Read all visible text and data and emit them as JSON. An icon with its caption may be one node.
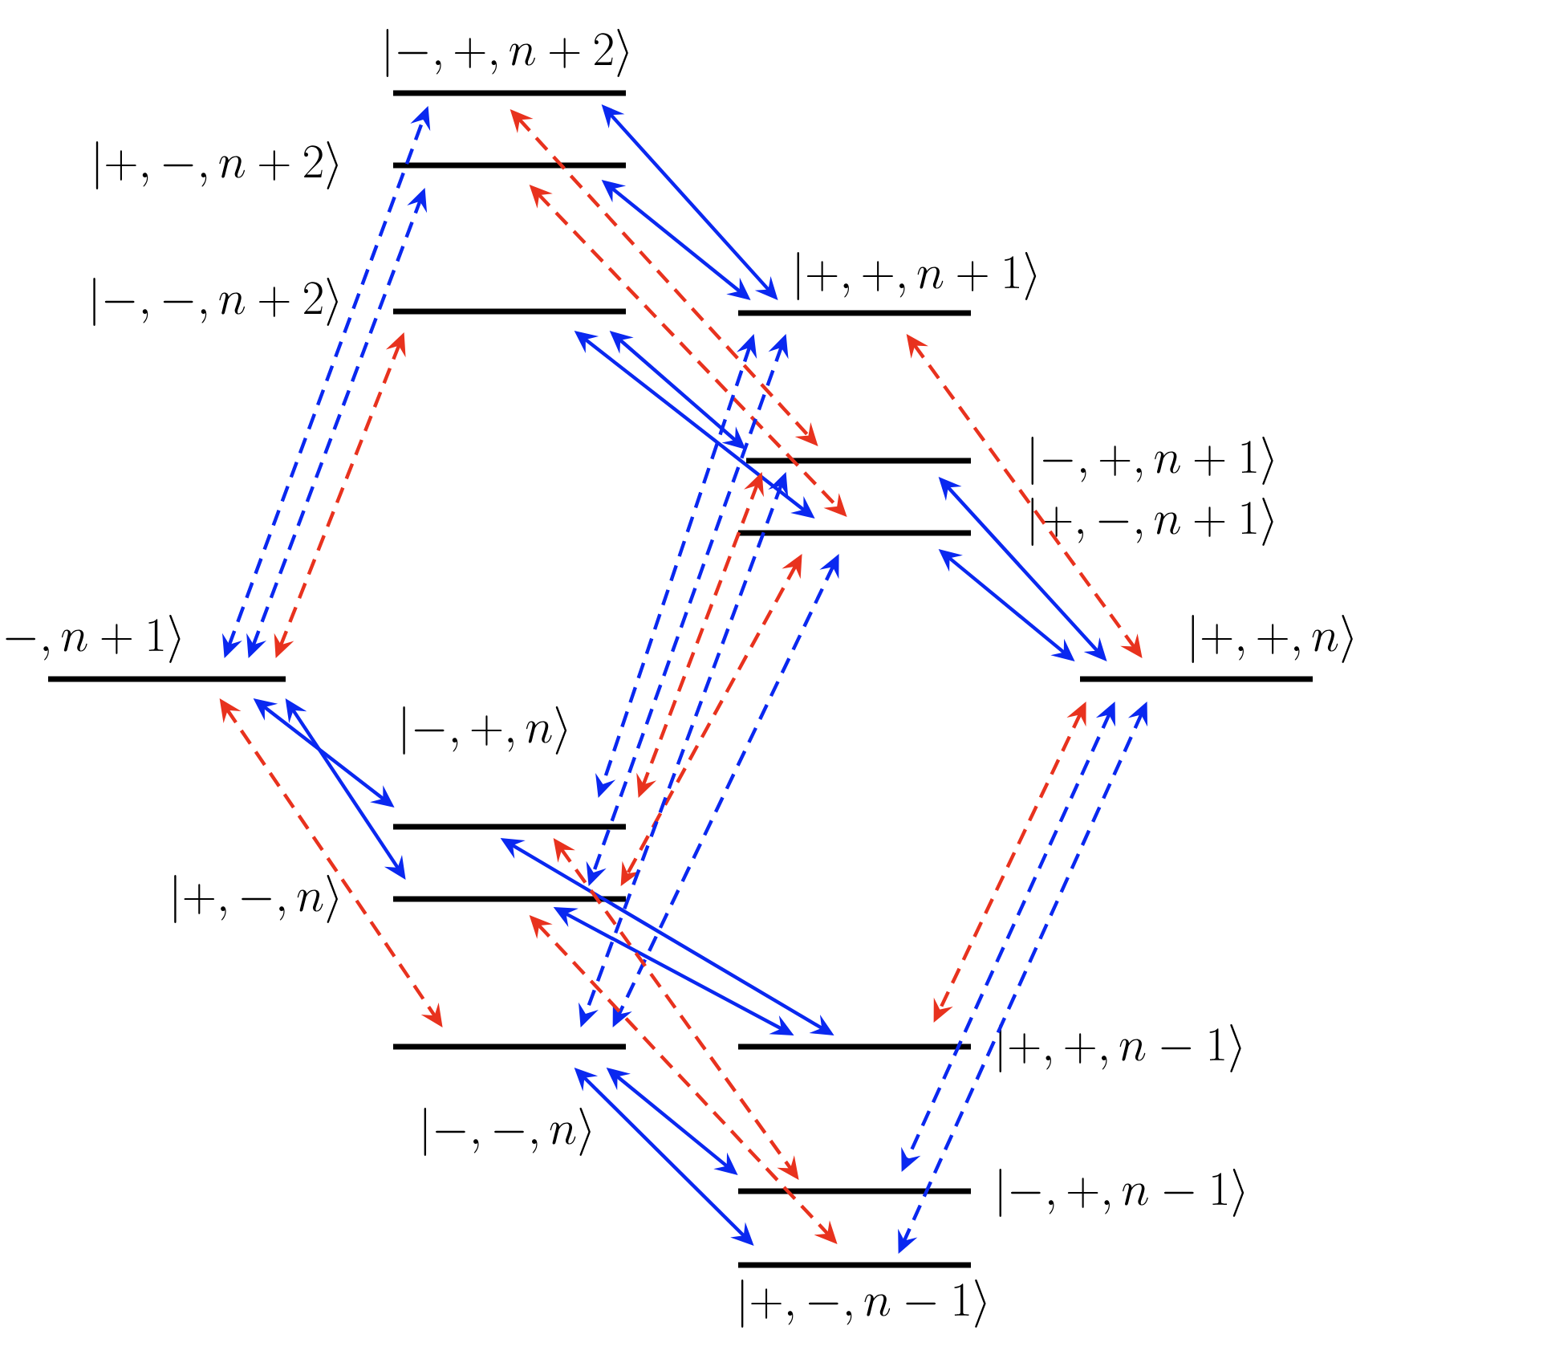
{
  "diagram": {
    "nodes": [
      {
        "text": [
          "|-,+,n+2\\rangle"
        ]
      },
      {
        "text": [
          "|+,-,n+2\\rangle"
        ]
      },
      {
        "text": [
          "|-,-,n+2\\rangle"
        ]
      },
      {
        "text": [
          "|+,+,n+1\\rangle"
        ]
      },
      {
        "text": [
          "|-,+,n+1\\rangle"
        ]
      },
      {
        "text": [
          "|+,-,n+1\\rangle"
        ]
      },
      {
        "text": [
          "-,n+1\\rangle"
        ]
      },
      {
        "text": [
          "|+,+,n\\rangle"
        ]
      },
      {
        "text": [
          "|-,+,n\\rangle"
        ]
      },
      {
        "text": [
          "|+,-,n\\rangle"
        ]
      },
      {
        "text": [
          "|-,-,n\\rangle"
        ]
      },
      {
        "text": [
          "|+,+,n-1\\rangle"
        ]
      },
      {
        "text": [
          "|-,+,n-1\\rangle"
        ]
      },
      {
        "text": [
          "|+,-,n-1\\rangle"
        ]
      }
    ],
    "edges": [
      {
        "from": 6,
        "to": 0,
        "arrow": "both",
        "style": "dashed"
      },
      {
        "from": 6,
        "to": 1,
        "arrow": "both",
        "style": "dashed"
      },
      {
        "from": 6,
        "to": 2,
        "arrow": "both",
        "style": "dashed",
        "color": "#e8321e"
      },
      {
        "from": 0,
        "to": 3,
        "arrow": "both"
      },
      {
        "from": 1,
        "to": 3,
        "arrow": "both"
      },
      {
        "from": 0,
        "to": 4,
        "arrow": "both",
        "style": "dashed",
        "color": "#e8321e"
      },
      {
        "from": 1,
        "to": 5,
        "arrow": "both",
        "style": "dashed",
        "color": "#e8321e"
      },
      {
        "from": 2,
        "to": 4,
        "arrow": "both"
      },
      {
        "from": 2,
        "to": 5,
        "arrow": "both"
      },
      {
        "from": 3,
        "to": 8,
        "arrow": "both",
        "style": "dashed"
      },
      {
        "from": 3,
        "to": 9,
        "arrow": "both",
        "style": "dashed"
      },
      {
        "from": 4,
        "to": 8,
        "arrow": "both",
        "style": "dashed",
        "color": "#e8321e"
      },
      {
        "from": 5,
        "to": 9,
        "arrow": "both",
        "style": "dashed",
        "color": "#e8321e"
      },
      {
        "from": 4,
        "to": 10,
        "arrow": "both",
        "style": "dashed"
      },
      {
        "from": 5,
        "to": 10,
        "arrow": "both",
        "style": "dashed"
      },
      {
        "from": 3,
        "to": 7,
        "arrow": "both",
        "style": "dashed",
        "color": "#e8321e"
      },
      {
        "from": 4,
        "to": 7,
        "arrow": "both"
      },
      {
        "from": 5,
        "to": 7,
        "arrow": "both"
      },
      {
        "from": 6,
        "to": 10,
        "arrow": "both",
        "style": "dashed",
        "color": "#e8321e"
      },
      {
        "from": 6,
        "to": 8,
        "arrow": "both"
      },
      {
        "from": 6,
        "to": 9,
        "arrow": "both"
      },
      {
        "from": 8,
        "to": 11,
        "arrow": "both"
      },
      {
        "from": 9,
        "to": 11,
        "arrow": "both"
      },
      {
        "from": 8,
        "to": 12,
        "arrow": "both",
        "style": "dashed",
        "color": "#e8321e"
      },
      {
        "from": 9,
        "to": 13,
        "arrow": "both",
        "style": "dashed",
        "color": "#e8321e"
      },
      {
        "from": 10,
        "to": 12,
        "arrow": "both"
      },
      {
        "from": 10,
        "to": 13,
        "arrow": "both"
      },
      {
        "from": 7,
        "to": 11,
        "arrow": "both",
        "style": "dashed",
        "color": "#e8321e"
      },
      {
        "from": 7,
        "to": 12,
        "arrow": "both",
        "style": "dashed"
      },
      {
        "from": 7,
        "to": 13,
        "arrow": "both",
        "style": "dashed"
      }
    ]
  }
}
